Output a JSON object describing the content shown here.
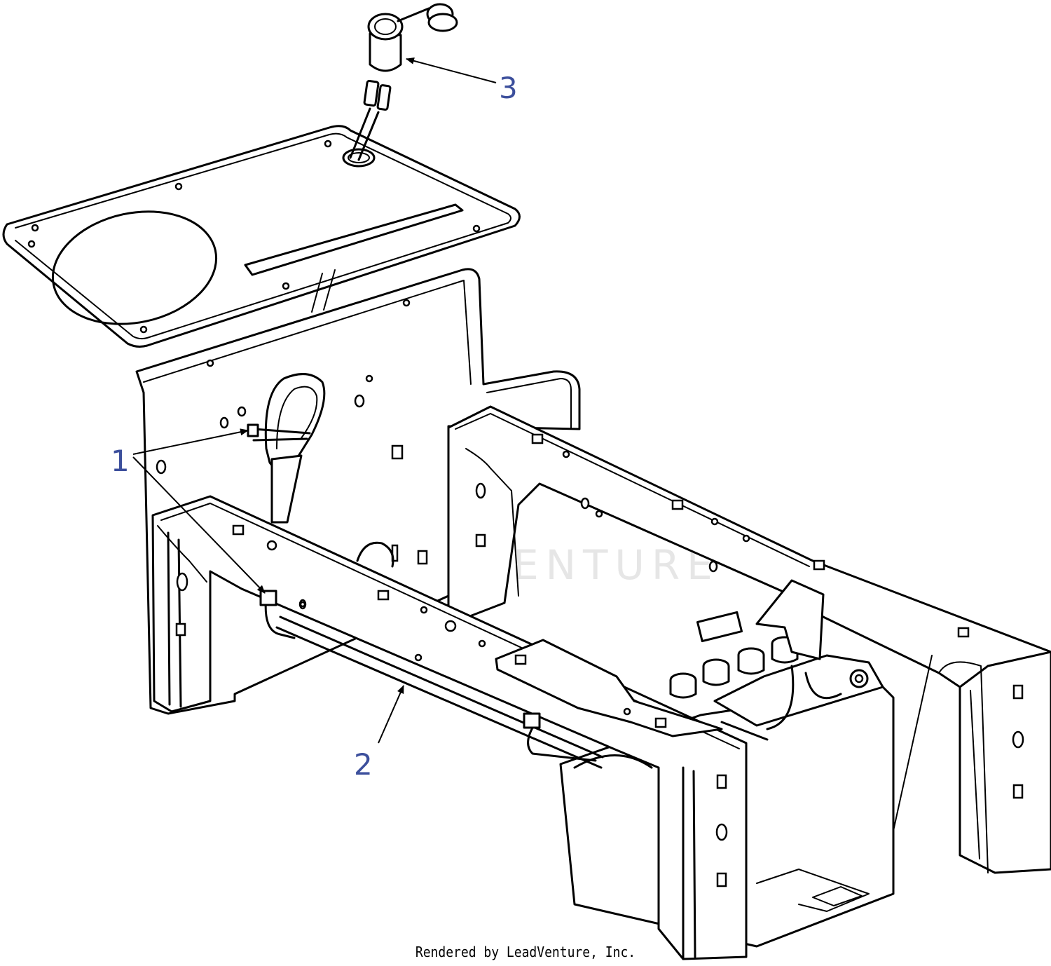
{
  "callouts": [
    {
      "label": "1"
    },
    {
      "label": "2"
    },
    {
      "label": "3"
    }
  ],
  "watermark": "LEADVENTURE",
  "credit": "Rendered by LeadVenture, Inc."
}
